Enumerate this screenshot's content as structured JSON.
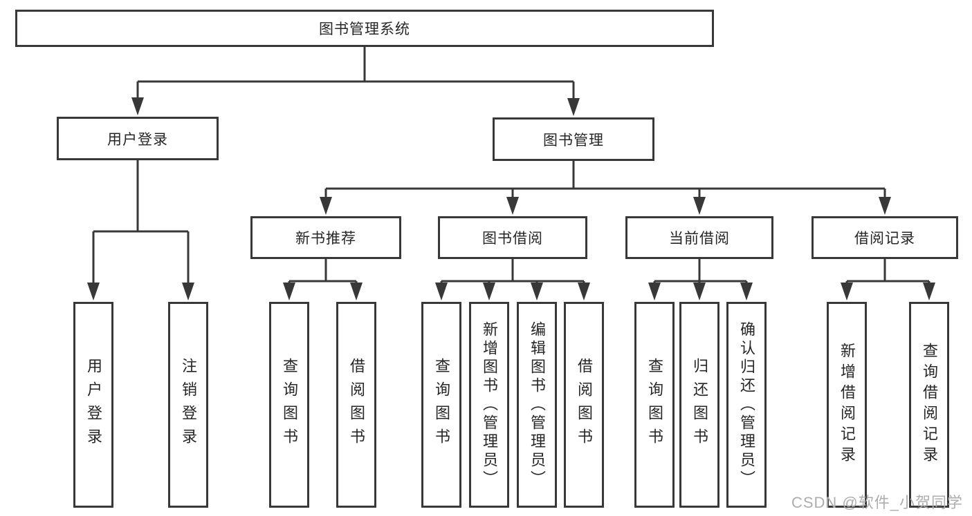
{
  "diagram": {
    "type": "hierarchy-tree",
    "nodes": [
      {
        "id": "root",
        "label": "图书管理系统",
        "parent": null
      },
      {
        "id": "user-login",
        "label": "用户登录",
        "parent": "root"
      },
      {
        "id": "book-management",
        "label": "图书管理",
        "parent": "root"
      },
      {
        "id": "new-book-recommend",
        "label": "新书推荐",
        "parent": "book-management"
      },
      {
        "id": "book-borrowing",
        "label": "图书借阅",
        "parent": "book-management"
      },
      {
        "id": "current-borrowing",
        "label": "当前借阅",
        "parent": "book-management"
      },
      {
        "id": "borrowing-records",
        "label": "借阅记录",
        "parent": "book-management"
      },
      {
        "id": "user-login-leaf",
        "label": "用户登录",
        "parent": "user-login"
      },
      {
        "id": "logout-leaf",
        "label": "注销登录",
        "parent": "user-login"
      },
      {
        "id": "query-books-1",
        "label": "查询图书",
        "parent": "new-book-recommend"
      },
      {
        "id": "borrow-books-1",
        "label": "借阅图书",
        "parent": "new-book-recommend"
      },
      {
        "id": "query-books-2",
        "label": "查询图书",
        "parent": "book-borrowing"
      },
      {
        "id": "add-books-admin",
        "label": "新增图书（管理员）",
        "parent": "book-borrowing"
      },
      {
        "id": "edit-books-admin",
        "label": "编辑图书（管理员）",
        "parent": "book-borrowing"
      },
      {
        "id": "borrow-books-2",
        "label": "借阅图书",
        "parent": "book-borrowing"
      },
      {
        "id": "query-books-3",
        "label": "查询图书",
        "parent": "current-borrowing"
      },
      {
        "id": "return-books",
        "label": "归还图书",
        "parent": "current-borrowing"
      },
      {
        "id": "confirm-return-admin",
        "label": "确认归还（管理员）",
        "parent": "current-borrowing"
      },
      {
        "id": "add-borrow-record",
        "label": "新增借阅记录",
        "parent": "borrowing-records"
      },
      {
        "id": "query-borrow-record",
        "label": "查询借阅记录",
        "parent": "borrowing-records"
      }
    ],
    "line_color": "#383838",
    "box_fill": "#ffffff",
    "text_color": "#262626"
  },
  "watermark": {
    "text": "CSDN @软件_小贺同学"
  }
}
